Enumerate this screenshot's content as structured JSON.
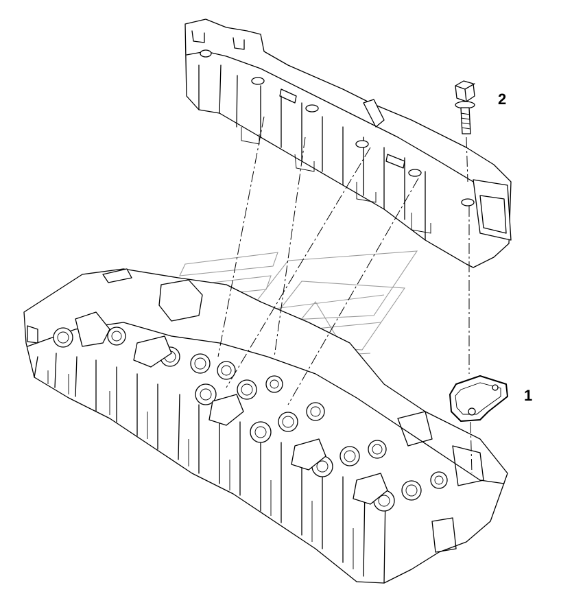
{
  "diagram": {
    "callouts": [
      {
        "id": "1",
        "label": "1"
      },
      {
        "id": "2",
        "label": "2"
      }
    ],
    "parts": [
      {
        "callout": "1",
        "icon": "gasket-icon"
      },
      {
        "callout": "2",
        "icon": "flange-bolt-icon"
      }
    ],
    "assemblies": [
      "exhaust-manifold",
      "cylinder-head"
    ],
    "watermark_icon": "manufacturer-logo-watermark"
  }
}
